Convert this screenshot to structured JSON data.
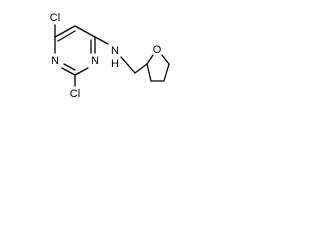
{
  "structure": {
    "atoms": {
      "cl_top": "Cl",
      "n_ring_right": "N",
      "n_ring_left": "N",
      "cl_bottom": "Cl",
      "nh_n": "N",
      "nh_h": "H",
      "o_ring": "O"
    }
  }
}
